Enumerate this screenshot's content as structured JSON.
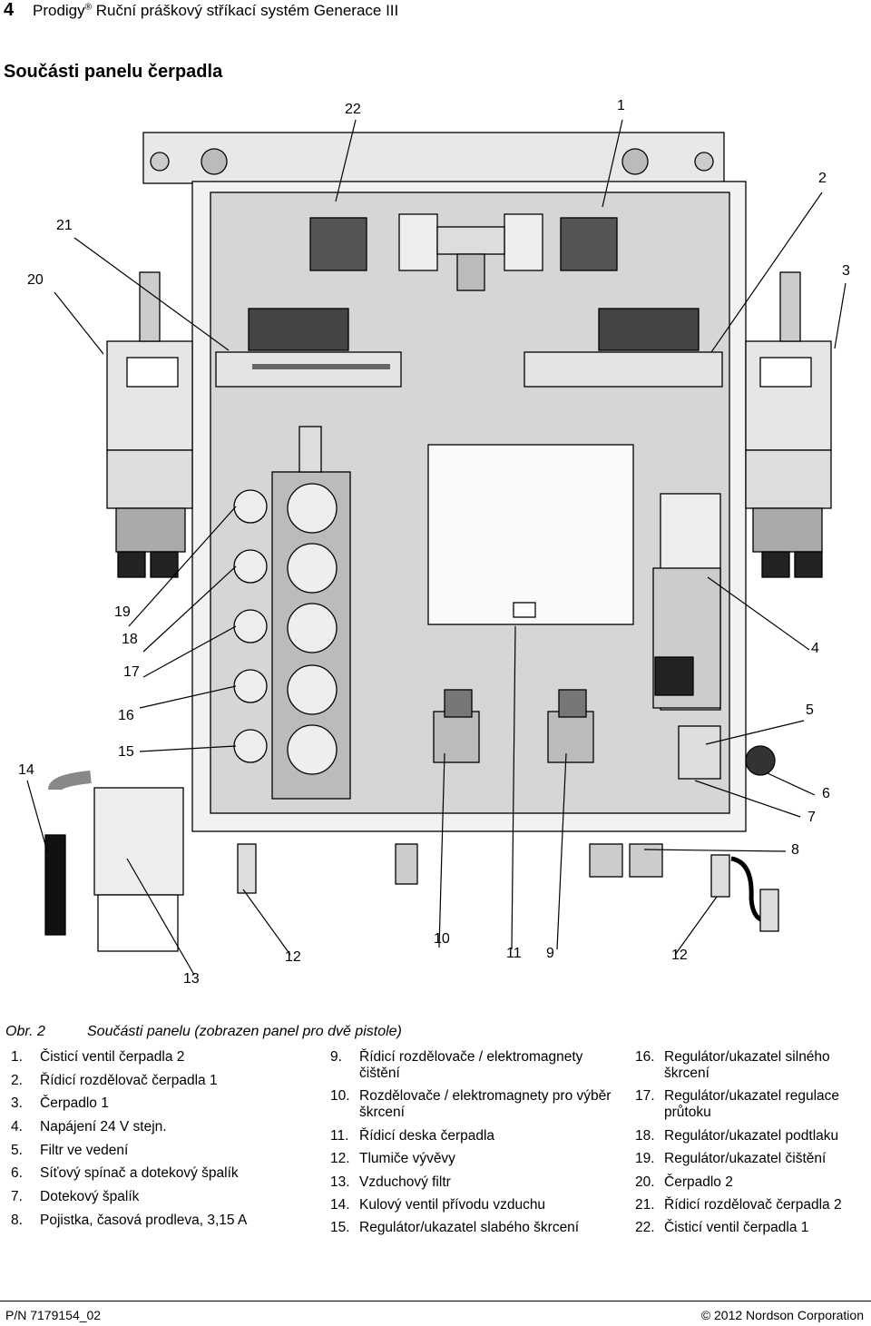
{
  "header": {
    "page_number": "4",
    "title_prefix": "Prodigy",
    "title_mark": "®",
    "title_rest": " Ruční práškový stříkací systém Generace III"
  },
  "section_title": "Součásti panelu čerpadla",
  "figure": {
    "callouts": [
      "22",
      "1",
      "2",
      "21",
      "3",
      "20",
      "19",
      "18",
      "17",
      "4",
      "16",
      "5",
      "15",
      "14",
      "6",
      "7",
      "8",
      "10",
      "12",
      "11",
      "9",
      "12",
      "13"
    ]
  },
  "caption": {
    "label": "Obr. 2",
    "text": "Součásti panelu (zobrazen panel pro dvě pistole)"
  },
  "parts": {
    "col1": [
      {
        "n": "1.",
        "t": "Čisticí ventil čerpadla 2"
      },
      {
        "n": "2.",
        "t": "Řídicí rozdělovač čerpadla 1"
      },
      {
        "n": "3.",
        "t": "Čerpadlo 1"
      },
      {
        "n": "4.",
        "t": "Napájení 24 V stejn."
      },
      {
        "n": "5.",
        "t": "Filtr ve vedení"
      },
      {
        "n": "6.",
        "t": "Síťový spínač a dotekový špalík"
      },
      {
        "n": "7.",
        "t": "Dotekový špalík"
      },
      {
        "n": "8.",
        "t": "Pojistka, časová prodleva, 3,15 A"
      }
    ],
    "col2": [
      {
        "n": "9.",
        "t": "Řídicí rozdělovače / elektromagnety čištění"
      },
      {
        "n": "10.",
        "t": "Rozdělovače / elektromagnety pro výběr škrcení"
      },
      {
        "n": "11.",
        "t": "Řídicí deska čerpadla"
      },
      {
        "n": "12.",
        "t": "Tlumiče vývěvy"
      },
      {
        "n": "13.",
        "t": "Vzduchový filtr"
      },
      {
        "n": "14.",
        "t": "Kulový ventil přívodu vzduchu"
      },
      {
        "n": "15.",
        "t": "Regulátor/ukazatel slabého škrcení"
      }
    ],
    "col3": [
      {
        "n": "16.",
        "t": "Regulátor/ukazatel silného škrcení"
      },
      {
        "n": "17.",
        "t": "Regulátor/ukazatel regulace průtoku"
      },
      {
        "n": "18.",
        "t": "Regulátor/ukazatel podtlaku"
      },
      {
        "n": "19.",
        "t": "Regulátor/ukazatel čištění"
      },
      {
        "n": "20.",
        "t": "Čerpadlo 2"
      },
      {
        "n": "21.",
        "t": "Řídicí rozdělovač čerpadla 2"
      },
      {
        "n": "22.",
        "t": "Čisticí ventil čerpadla 1"
      }
    ]
  },
  "footer": {
    "part_number": "P/N 7179154_02",
    "copyright": "© 2012 Nordson Corporation"
  }
}
